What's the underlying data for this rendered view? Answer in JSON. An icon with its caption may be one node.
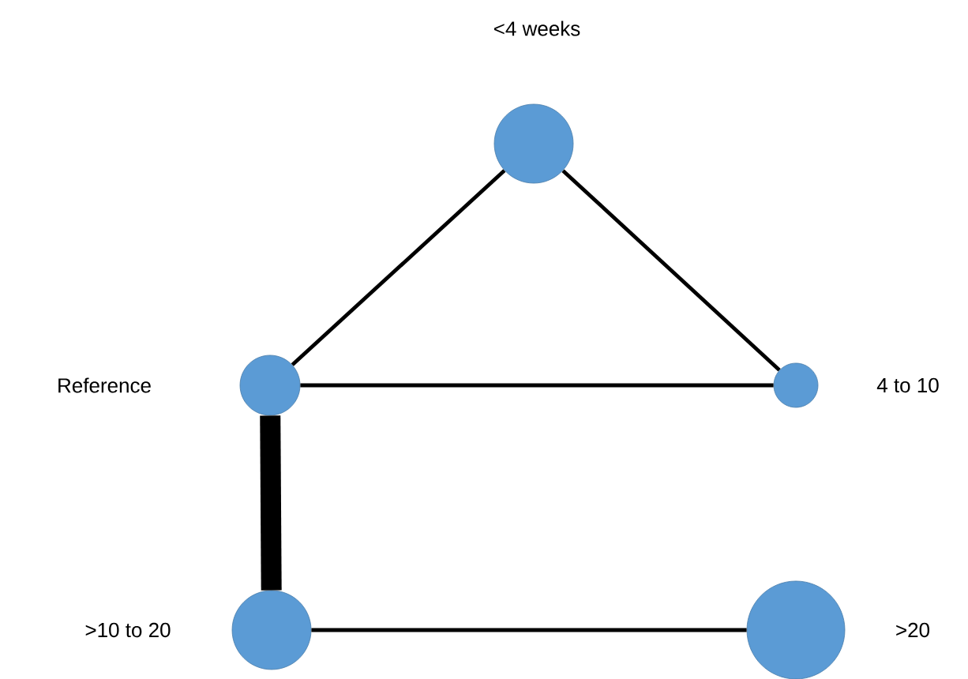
{
  "diagram": {
    "nodes": [
      {
        "text": [
          "<4 weeks"
        ]
      },
      {
        "text": [
          "Reference"
        ]
      },
      {
        "text": [
          "4 to 10"
        ]
      },
      {
        "text": [
          ">10 to 20"
        ]
      },
      {
        "text": [
          ">20"
        ]
      }
    ],
    "edges": [
      {
        "from": 1,
        "to": 0,
        "arrow": "none"
      },
      {
        "from": 0,
        "to": 2,
        "arrow": "none"
      },
      {
        "from": 1,
        "to": 2,
        "arrow": "none"
      },
      {
        "from": 1,
        "to": 3,
        "arrow": "none",
        "style": "thick"
      },
      {
        "from": 3,
        "to": 4,
        "arrow": "none"
      }
    ]
  }
}
